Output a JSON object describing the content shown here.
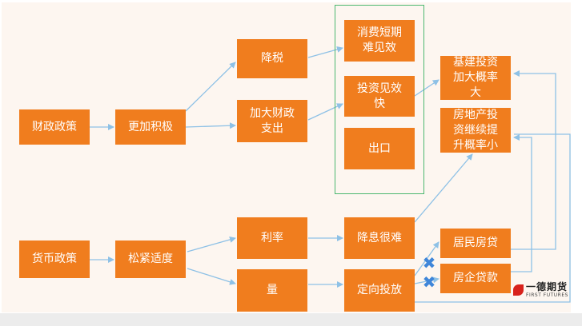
{
  "colors": {
    "node_fill": "#f07d1e",
    "node_text": "#ffffff",
    "arrow": "#8ec1e6",
    "group_border": "#4cb870",
    "block_mark": "#3f86d9",
    "logo_red": "#d8221c"
  },
  "nodes": {
    "fiscal_policy": "财政政策",
    "more_active": "更加积极",
    "tax_cut": "降税",
    "increase_spending": "加大财政\n支出",
    "consumption": "消费短期\n难见效",
    "investment": "投资见效\n快",
    "export": "出口",
    "infrastructure": "基建投资\n加大概率\n大",
    "real_estate": "房地产投\n资继续提\n升概率小",
    "monetary_policy": "货币政策",
    "tightness": "松紧适度",
    "interest_rate": "利率",
    "quantity": "量",
    "rate_cut_hard": "降息很难",
    "targeted_release": "定向投放",
    "resident_loans": "居民房贷",
    "developer_loans": "房企贷款"
  },
  "block_marks": {
    "resident_block_icon": "cross-icon",
    "developer_block_icon": "cross-icon"
  },
  "logo": {
    "name_cn": "一德期货",
    "name_en": "FIRST FUTURES"
  }
}
